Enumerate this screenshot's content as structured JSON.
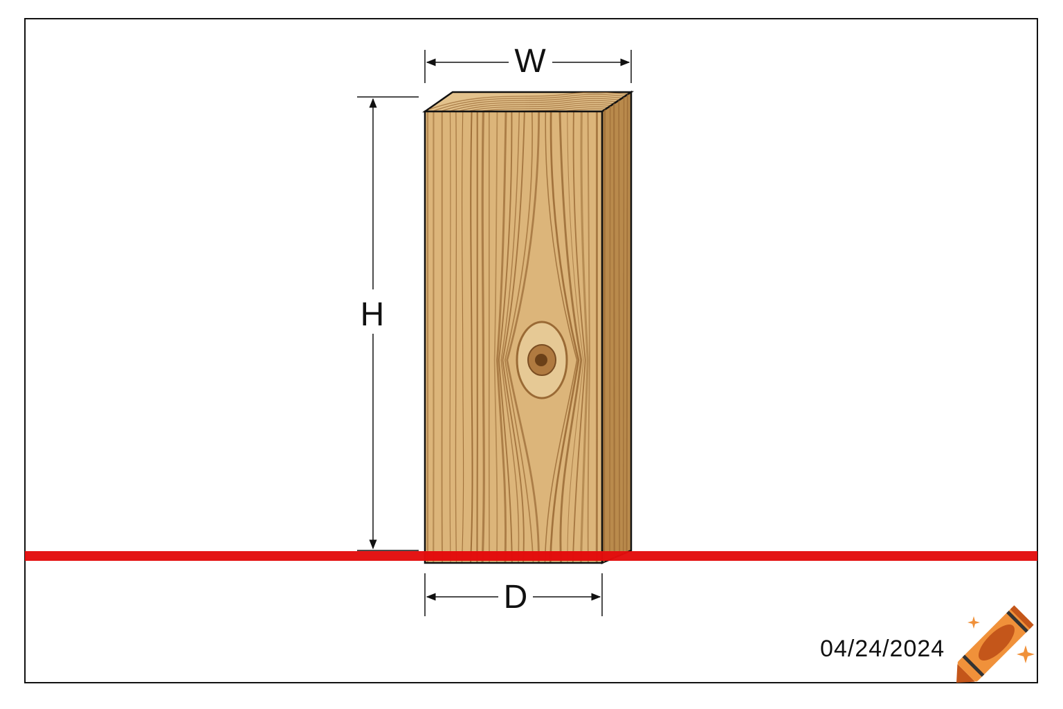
{
  "labels": {
    "width": "W",
    "height": "H",
    "depth": "D"
  },
  "date": "04/24/2024",
  "colors": {
    "ground_line": "#e30d0d",
    "wood_light": "#dcb57a",
    "wood_grain": "#9a6a35",
    "frame": "#111111",
    "crayon": "#f0913a"
  },
  "icons": {
    "watermark": "crayon-icon"
  }
}
